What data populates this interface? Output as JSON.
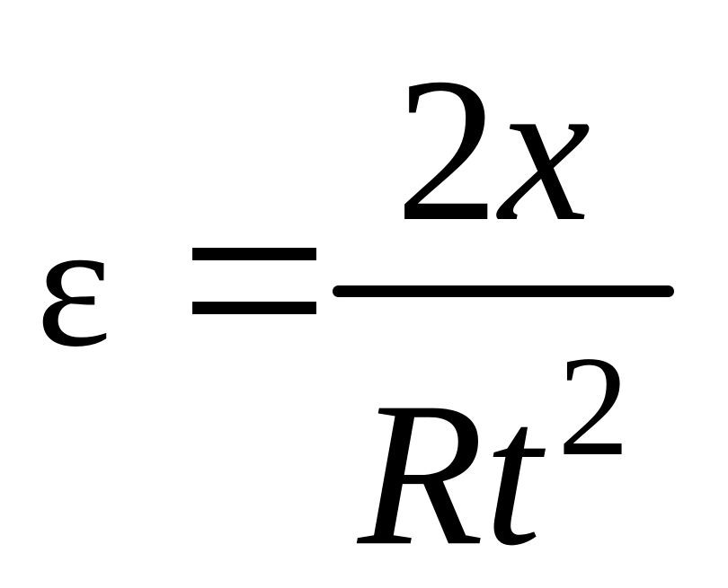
{
  "formula": {
    "lhs": "ε",
    "numerator": {
      "coefficient": "2",
      "variable": "x"
    },
    "denominator": {
      "var1": "R",
      "var2": "t",
      "exponent": "2"
    }
  }
}
